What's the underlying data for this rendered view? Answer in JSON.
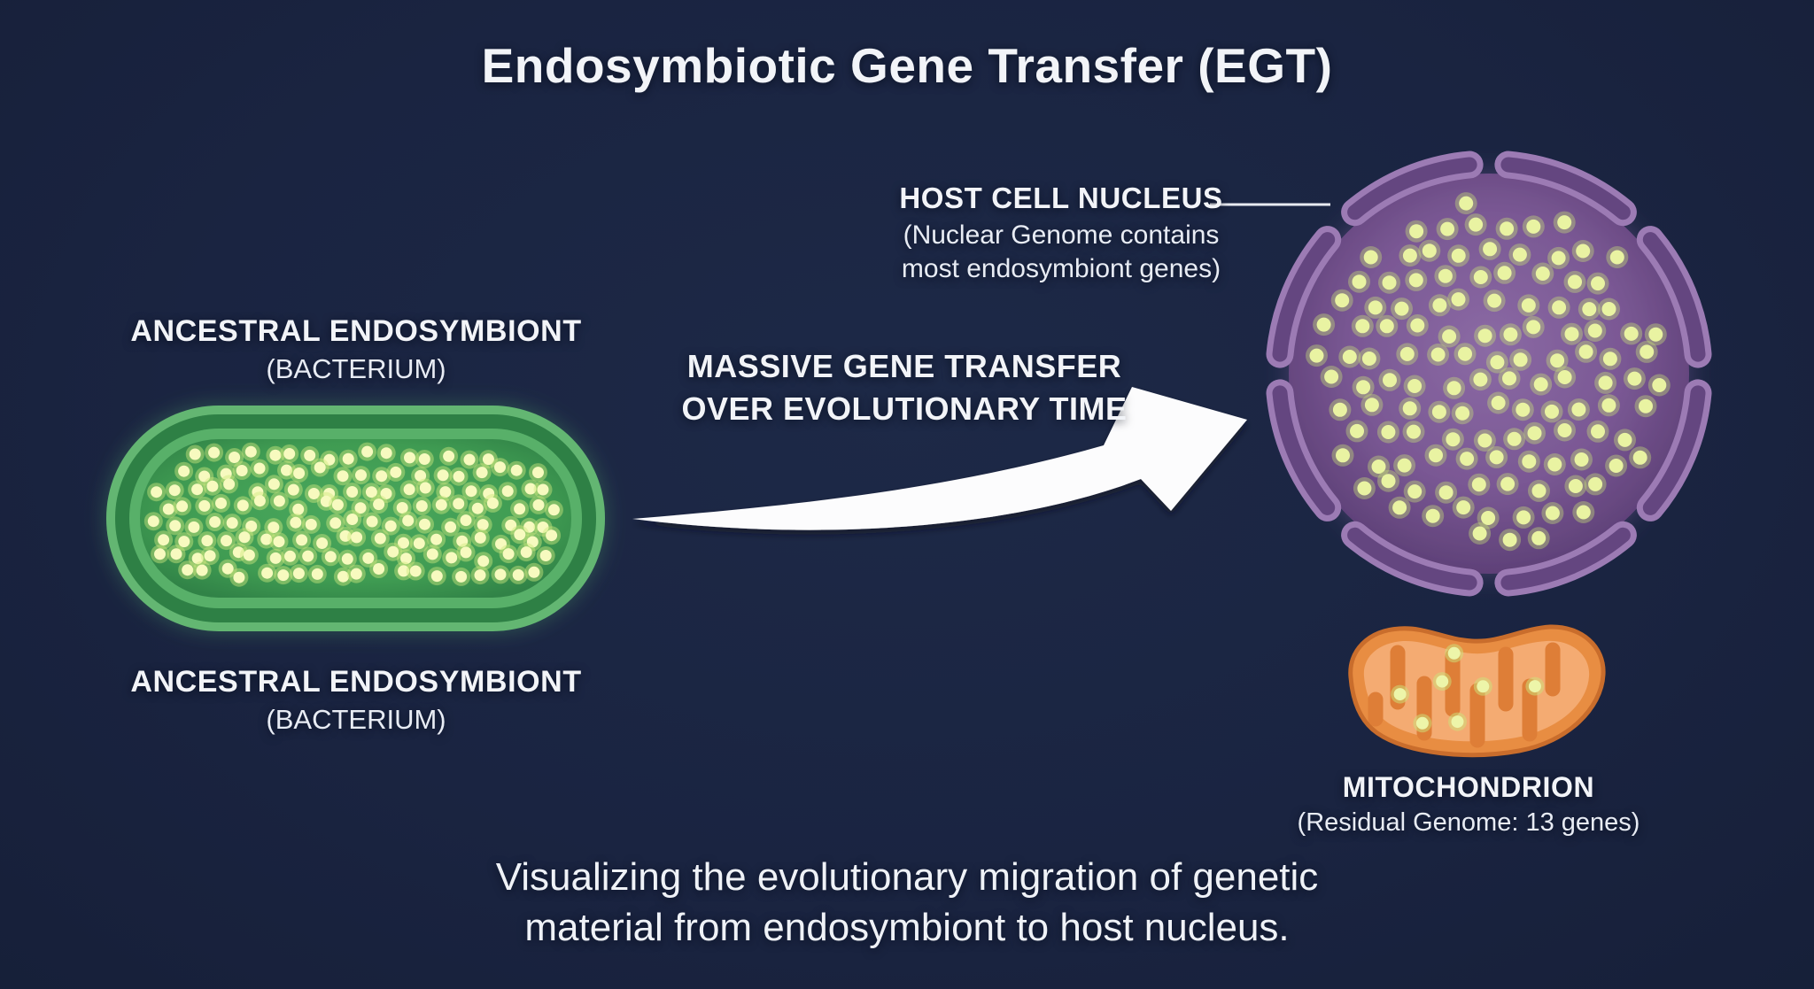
{
  "title": "Endosymbiotic Gene Transfer (EGT)",
  "colors": {
    "background": "#1A2441",
    "text_white": "#F2F4F8",
    "arrow_white": "#FCFCFD",
    "gene_dot_core": "#F7FABF",
    "gene_dot_halo": "#CFE87F",
    "bacterium_fill": "#3F9B52",
    "bacterium_fill_light": "#4AA85D",
    "bacterium_membrane_light": "#63B672",
    "bacterium_membrane_dark": "#2E8045",
    "nucleus_fill_center": "#8B6AA4",
    "nucleus_fill_edge": "#573A70",
    "nucleus_envelope_dark": "#644680",
    "nucleus_envelope_light": "#9C7BB4",
    "mitochondrion_membrane": "#E88D42",
    "mitochondrion_outline": "#C96D2C",
    "mitochondrion_matrix": "#F4AB72",
    "mitochondrion_cristae": "#DE7E37"
  },
  "bacterium": {
    "label_top": {
      "line1": "ANCESTRAL ENDOSYMBIONT",
      "line2": "(BACTERIUM)"
    },
    "label_bottom": {
      "line1": "ANCESTRAL ENDOSYMBIONT",
      "line2": "(BACTERIUM)"
    },
    "gene_dots": 200
  },
  "transfer_arrow": {
    "label": {
      "line1": "MASSIVE GENE TRANSFER",
      "line2": "OVER EVOLUTIONARY TIME"
    }
  },
  "host_nucleus": {
    "label": "HOST CELL NUCLEUS",
    "sublabel": {
      "line1": "(Nuclear Genome contains",
      "line2": "most endosymbiont genes)"
    },
    "gene_dots": 130
  },
  "mitochondrion": {
    "label": "MITOCHONDRION",
    "sublabel": "(Residual Genome: 13 genes)",
    "gene_dots": 10
  },
  "caption": {
    "line1": "Visualizing the evolutionary migration of genetic",
    "line2": "material from endosymbiont to host nucleus."
  }
}
